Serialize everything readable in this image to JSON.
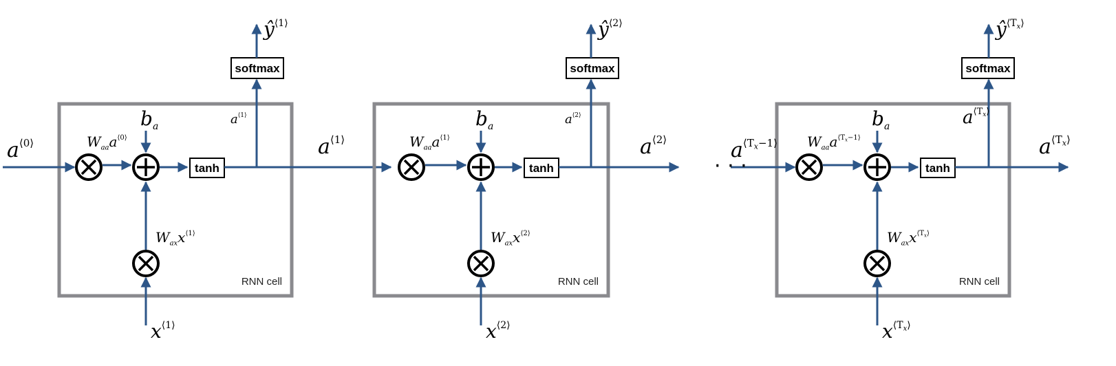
{
  "colors": {
    "arrow": "#2d5688",
    "cell_border": "#8a8a8e",
    "node": "#000000"
  },
  "cell_tag": "RNN cell",
  "functions": {
    "activation": "tanh",
    "output": "softmax"
  },
  "ellipsis": "· · ·",
  "cells": [
    {
      "a_in": {
        "base": "a",
        "sup": "⟨0⟩"
      },
      "a_top": {
        "base": "a",
        "sup": "⟨1⟩"
      },
      "a_out": {
        "base": "a",
        "sup": "⟨1⟩"
      },
      "y_hat": {
        "base": "ŷ",
        "sup": "⟨1⟩"
      },
      "x": {
        "base": "x",
        "sup": "⟨1⟩"
      },
      "b": {
        "base": "b",
        "sub": "a"
      },
      "waa": {
        "base": "W",
        "sub": "aa",
        "var": "a",
        "sup": "⟨0⟩"
      },
      "wax": {
        "base": "W",
        "sub": "ax",
        "var": "x",
        "sup": "⟨1⟩"
      }
    },
    {
      "a_in": {
        "base": "a",
        "sup": "⟨1⟩"
      },
      "a_top": {
        "base": "a",
        "sup": "⟨2⟩"
      },
      "a_out": {
        "base": "a",
        "sup": "⟨2⟩"
      },
      "y_hat": {
        "base": "ŷ",
        "sup": "⟨2⟩"
      },
      "x": {
        "base": "x",
        "sup": "⟨2⟩"
      },
      "b": {
        "base": "b",
        "sub": "a"
      },
      "waa": {
        "base": "W",
        "sub": "aa",
        "var": "a",
        "sup": "⟨1⟩"
      },
      "wax": {
        "base": "W",
        "sub": "ax",
        "var": "x",
        "sup": "⟨2⟩"
      }
    },
    {
      "a_in": {
        "base": "a",
        "sup": "⟨T",
        "sup_sub": "x",
        "sup_tail": "−1⟩"
      },
      "a_top": {
        "base": "a",
        "sup": "⟨T",
        "sup_sub": "x",
        "sup_tail": "⟩"
      },
      "a_out": {
        "base": "a",
        "sup": "⟨T",
        "sup_sub": "x",
        "sup_tail": "⟩"
      },
      "y_hat": {
        "base": "ŷ",
        "sup": "⟨T",
        "sup_sub": "x",
        "sup_tail": "⟩"
      },
      "x": {
        "base": "x",
        "sup": "⟨T",
        "sup_sub": "x",
        "sup_tail": "⟩"
      },
      "b": {
        "base": "b",
        "sub": "a"
      },
      "waa": {
        "base": "W",
        "sub": "aa",
        "var": "a",
        "sup": "⟨T",
        "sup_sub": "x",
        "sup_tail": "−1⟩"
      },
      "wax": {
        "base": "W",
        "sub": "ax",
        "var": "x",
        "sup": "⟨T",
        "sup_sub": "x",
        "sup_tail": "⟩"
      }
    }
  ]
}
